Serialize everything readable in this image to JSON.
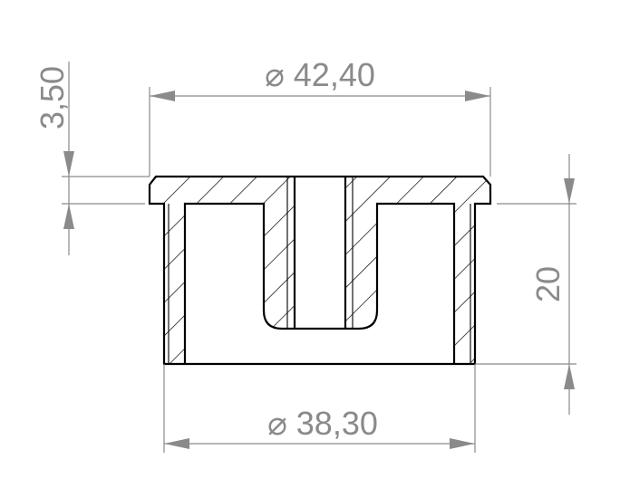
{
  "diagram": {
    "dimensions": {
      "top_diameter": "⌀ 42,40",
      "bottom_diameter": "⌀ 38,30",
      "flange_thickness": "3,50",
      "height": "20"
    },
    "colors": {
      "dimension": "#8a8a8a",
      "outline": "#000000",
      "background": "#ffffff"
    }
  }
}
